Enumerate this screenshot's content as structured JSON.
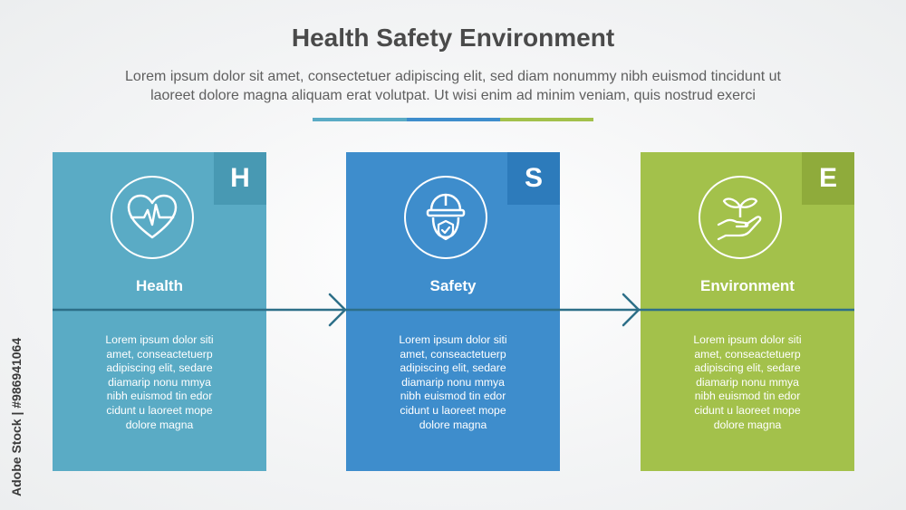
{
  "header": {
    "title": "Health Safety Environment",
    "subtitle_lines": [
      "Lorem ipsum dolor sit amet, consectetuer adipiscing elit, sed diam nonummy nibh euismod tincidunt ut",
      "laoreet dolore magna aliquam erat volutpat. Ut wisi enim ad minim veniam, quis nostrud exerci"
    ]
  },
  "colors": {
    "health": "#5aabc5",
    "health_badge": "#4899b3",
    "safety": "#3e8dcc",
    "safety_badge": "#2d7bbb",
    "environment": "#a3c14b",
    "environment_badge": "#8fab3b",
    "arrow": "#2d6f88",
    "divider": [
      "#5aabc5",
      "#3e8dcc",
      "#a3c14b"
    ]
  },
  "cards": [
    {
      "key": "health",
      "letter": "H",
      "icon": "heart-pulse-icon",
      "title": "Health",
      "text_lines": [
        "Lorem ipsum dolor siti",
        "amet, conseactetuerp",
        "adipiscing elit, sedare",
        "diamarip nonu mmya",
        "nibh euismod tin edor",
        "cidunt u laoreet mope",
        "dolore magna"
      ]
    },
    {
      "key": "safety",
      "letter": "S",
      "icon": "hardhat-worker-icon",
      "title": "Safety",
      "text_lines": [
        "Lorem ipsum dolor siti",
        "amet, conseactetuerp",
        "adipiscing elit, sedare",
        "diamarip nonu mmya",
        "nibh euismod tin edor",
        "cidunt u laoreet mope",
        "dolore magna"
      ]
    },
    {
      "key": "environment",
      "letter": "E",
      "icon": "hand-plant-icon",
      "title": "Environment",
      "text_lines": [
        "Lorem ipsum dolor siti",
        "amet, conseactetuerp",
        "adipiscing elit, sedare",
        "diamarip nonu mmya",
        "nibh euismod tin edor",
        "cidunt u laoreet mope",
        "dolore magna"
      ]
    }
  ],
  "watermark": {
    "vertical_text": "Adobe Stock | #986941064"
  }
}
